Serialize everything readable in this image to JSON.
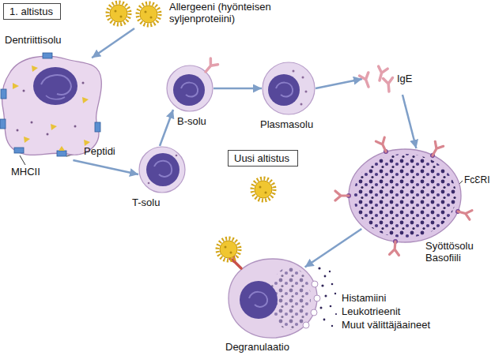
{
  "diagram": {
    "nodes": [
      {
        "text": [
          "1. altistus"
        ]
      },
      {
        "text": [
          "Allergeeni (hyönteisen syljenproteiini)"
        ]
      },
      {
        "text": [
          "Dentriittisolu"
        ]
      },
      {
        "text": [
          "T-solu"
        ]
      },
      {
        "text": [
          "B-solu"
        ]
      },
      {
        "text": [
          "Plasmasolu"
        ]
      },
      {
        "text": [
          "IgE"
        ]
      },
      {
        "text": [
          "Uusi altistus"
        ]
      },
      {
        "text": [
          "Syöttösolu",
          "Basofiili"
        ]
      },
      {
        "text": [
          "Degranulaatio"
        ]
      }
    ],
    "edges": [
      {
        "from": 1,
        "to": 2,
        "arrow": "to"
      },
      {
        "from": 2,
        "to": 3,
        "arrow": "to"
      },
      {
        "from": 3,
        "to": 4,
        "arrow": "to"
      },
      {
        "from": 4,
        "to": 5,
        "arrow": "to"
      },
      {
        "from": 5,
        "to": 6,
        "arrow": "to"
      },
      {
        "from": 6,
        "to": 8,
        "arrow": "to"
      },
      {
        "from": 8,
        "to": 9,
        "arrow": "to"
      }
    ],
    "labels": [
      "Peptidi",
      "MHCII",
      "FcƐRI",
      "Histamiini",
      "Leukotrieenit",
      "Muut välittäjäaineet"
    ]
  }
}
